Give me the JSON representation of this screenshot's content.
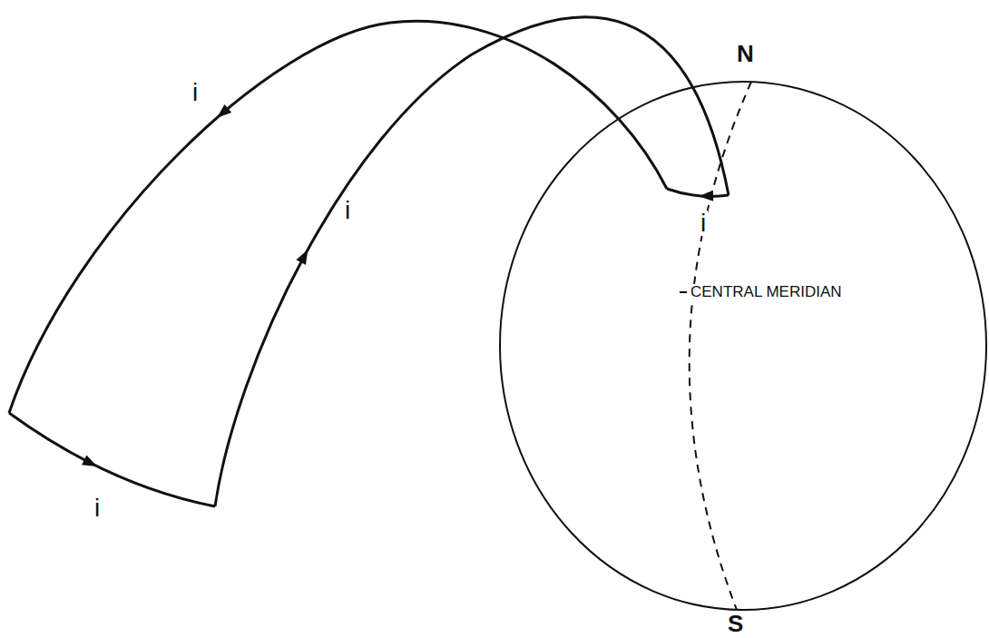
{
  "diagram": {
    "labels": [
      "N",
      "i",
      "i",
      "i",
      "CENTRAL MERIDIAN",
      "i",
      "S"
    ]
  }
}
